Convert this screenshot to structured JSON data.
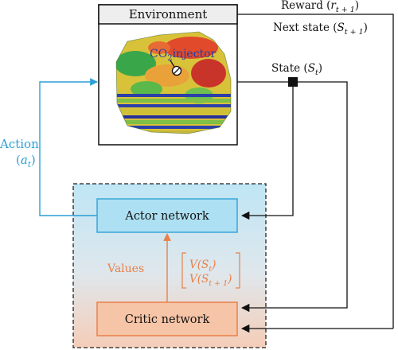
{
  "environment": {
    "title": "Environment"
  },
  "injector": {
    "label_prefix": "CO",
    "label_sub": "2",
    "label_suffix": "injector"
  },
  "signals": {
    "reward": {
      "prefix": "Reward (",
      "var": "r",
      "sub": "t + 1",
      "suffix": ")"
    },
    "next_state": {
      "prefix": "Next state (",
      "var": "S",
      "sub": "t + 1",
      "suffix": ")"
    },
    "state": {
      "prefix": "State (",
      "var": "S",
      "sub": "t",
      "suffix": ")"
    },
    "action": {
      "word": "Action",
      "open": "(",
      "var": "a",
      "sub": "t",
      "close": ")"
    }
  },
  "networks": {
    "actor": "Actor network",
    "critic": "Critic network",
    "values_label": "Values",
    "value_terms": [
      {
        "fn": "V(S",
        "sub": "t",
        "close": ")"
      },
      {
        "fn": "V(S",
        "sub": "t + 1",
        "close": ")"
      }
    ]
  },
  "colors": {
    "action": "#2a9fd6",
    "actor_fill": "#ade0f2",
    "actor_border": "#3aa5d8",
    "critic_fill": "#f6c4a6",
    "critic_border": "#e8804a",
    "values": "#e8804a"
  }
}
